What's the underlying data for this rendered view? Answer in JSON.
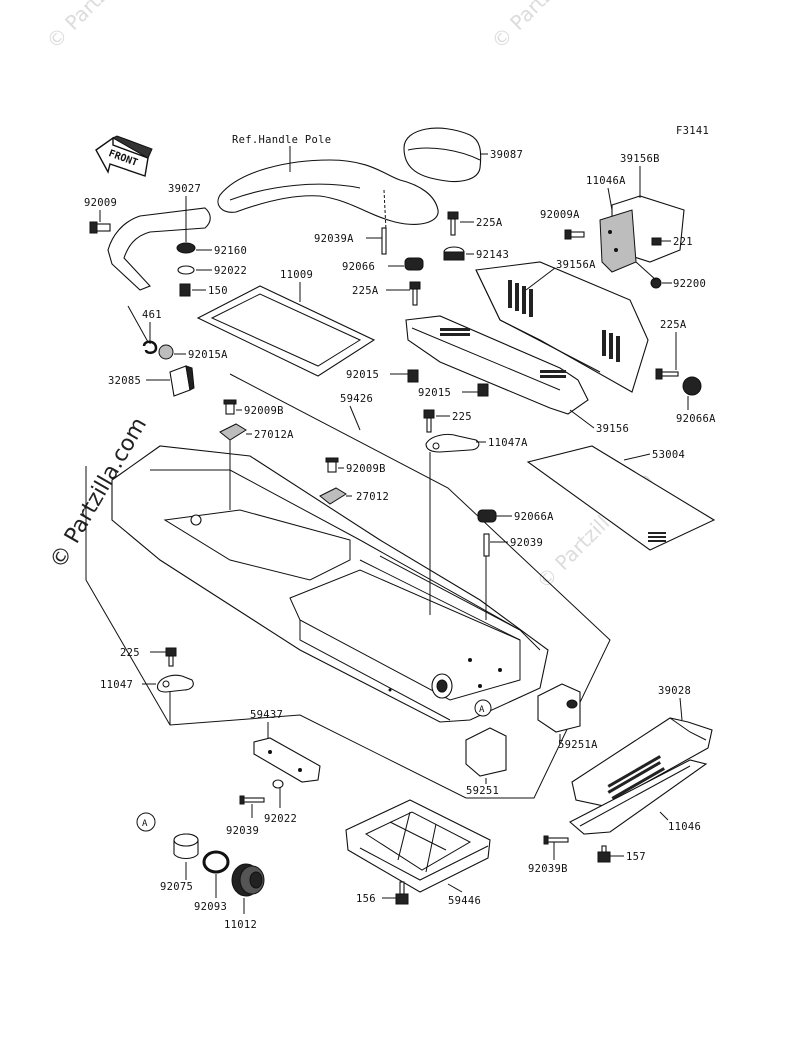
{
  "figure_code": "F3141",
  "front_label": "FRONT",
  "ref_label": "Ref.Handle Pole",
  "watermark": "© Partzilla.com",
  "circle_ref": "A",
  "parts": {
    "p39087": "39087",
    "p39156B": "39156B",
    "p11046A": "11046A",
    "p92009A": "92009A",
    "p225A_1": "225A",
    "p92143": "92143",
    "p221": "221",
    "p92200": "92200",
    "p39156A": "39156A",
    "p92039A": "92039A",
    "p92066": "92066",
    "p225A_2": "225A",
    "p225A_3": "225A",
    "p92066A_1": "92066A",
    "p92015": "92015",
    "p92015_b": "92015",
    "p39156": "39156",
    "p39027": "39027",
    "p92009": "92009",
    "p92160": "92160",
    "p92022_1": "92022",
    "p150": "150",
    "p11009": "11009",
    "p461": "461",
    "p92015A": "92015A",
    "p32085": "32085",
    "p59426": "59426",
    "p92009B_1": "92009B",
    "p27012A": "27012A",
    "p92009B_2": "92009B",
    "p27012": "27012",
    "p225_1": "225",
    "p11047A": "11047A",
    "p53004": "53004",
    "p92066A_2": "92066A",
    "p92039_1": "92039",
    "p225_2": "225",
    "p11047": "11047",
    "p59437": "59437",
    "p59251A": "59251A",
    "p59251": "59251",
    "p39028": "39028",
    "p11046": "11046",
    "p92039B": "92039B",
    "p157": "157",
    "p92039_2": "92039",
    "p92022_2": "92022",
    "p92075": "92075",
    "p92093": "92093",
    "p11012": "11012",
    "p156": "156",
    "p59446": "59446"
  }
}
